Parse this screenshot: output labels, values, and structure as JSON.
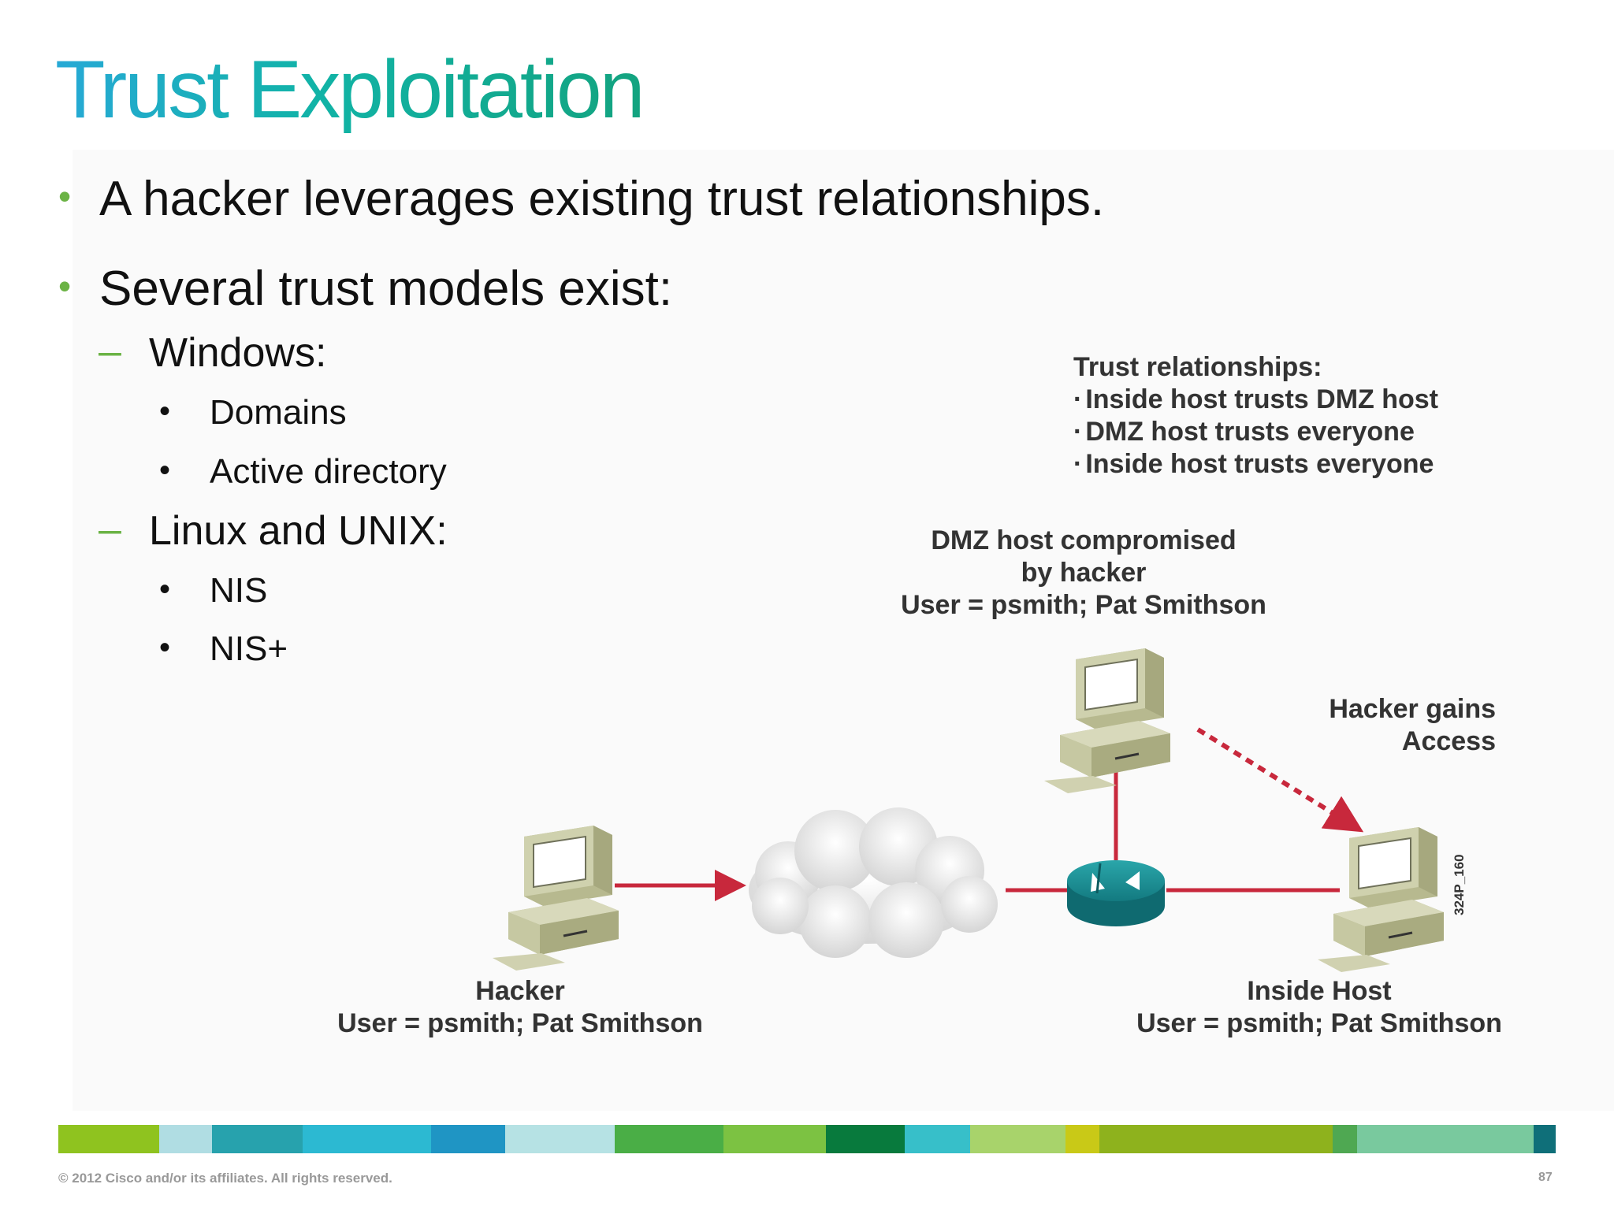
{
  "slide": {
    "title": "Trust Exploitation",
    "bullets": {
      "b1": "A hacker leverages existing trust relationships.",
      "b2": "Several trust models exist:",
      "windows": "Windows:",
      "domains": "Domains",
      "active_directory": "Active directory",
      "linux": "Linux and UNIX:",
      "nis": "NIS",
      "nis_plus": "NIS+"
    },
    "markers": {
      "level1": "•",
      "level2": "–",
      "level3": "•"
    }
  },
  "diagram": {
    "trust_title": "Trust relationships:",
    "trust_items": [
      "Inside host trusts DMZ host",
      "DMZ host trusts everyone",
      "Inside host trusts everyone"
    ],
    "dmz_label": [
      "DMZ host compromised",
      "by hacker",
      "User = psmith; Pat Smithson"
    ],
    "hacker_gains": [
      "Hacker gains",
      "Access"
    ],
    "hacker_label": [
      "Hacker",
      "User = psmith; Pat Smithson"
    ],
    "inside_label": [
      "Inside Host",
      "User = psmith; Pat Smithson"
    ],
    "figure_code": "324P_160",
    "colors": {
      "link": "#c8283c",
      "router": "#1a8a8e",
      "pc_body": "#c5c7a6",
      "cloud": "#e6e6e6"
    }
  },
  "footer": {
    "copyright": "© 2012 Cisco and/or its affiliates. All rights reserved.",
    "page_number": "87"
  },
  "color_bar": [
    "#8fc31f",
    "#b0dde3",
    "#27a2ad",
    "#2cb9d2",
    "#1f95c4",
    "#b6e2e4",
    "#4aae46",
    "#7cc242",
    "#087a3d",
    "#37bfc9",
    "#a8d36b",
    "#c9c917",
    "#8eb21d",
    "#4fa852",
    "#79c99e",
    "#0f6f79"
  ]
}
